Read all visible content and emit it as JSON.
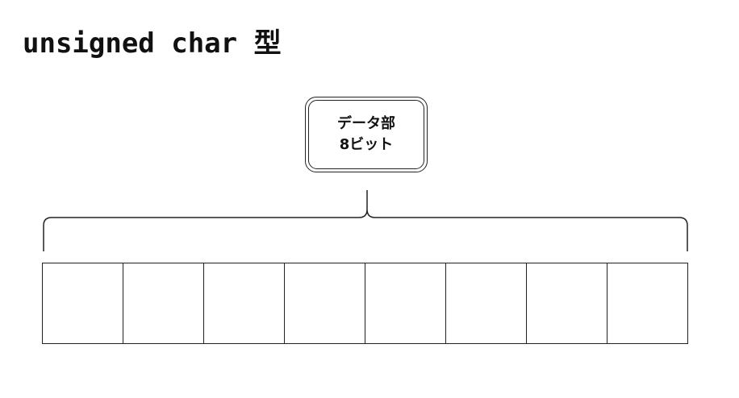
{
  "title": "unsigned char 型",
  "label": {
    "line1": "データ部",
    "line2": "8ビット"
  },
  "bits": {
    "count": 8
  },
  "colors": {
    "stroke": "#222222",
    "text": "#111111",
    "background": "#ffffff"
  }
}
